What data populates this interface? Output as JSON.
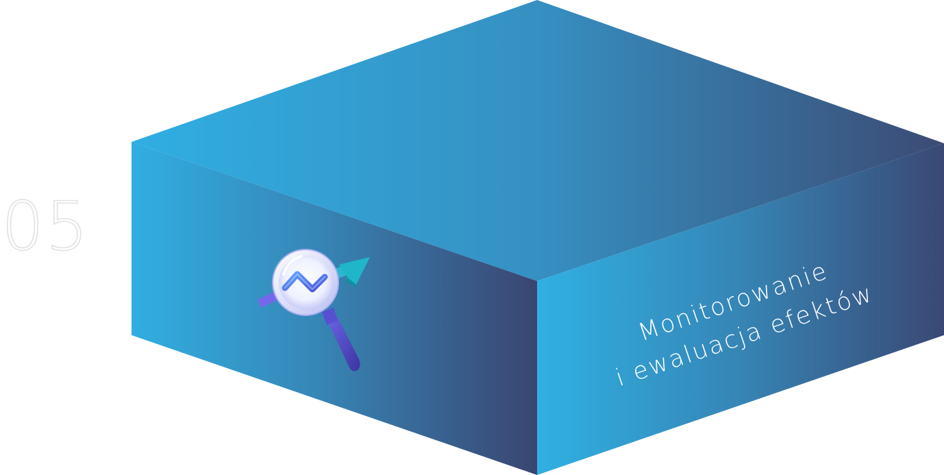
{
  "step": {
    "number": "05"
  },
  "box": {
    "label_line_1": "Monitorowanie",
    "label_line_2": "i ewaluacja efektów",
    "icon": "magnifier-trend-icon"
  },
  "colors": {
    "gradient_light": "#30aee2",
    "gradient_mid": "#3591c4",
    "gradient_dark": "#3a4b74",
    "number_outline": "#e2e2e2",
    "label_text": "#ffffff",
    "magnifier_handle": "#4a43b9",
    "arrow_teal": "#22b3c8"
  }
}
